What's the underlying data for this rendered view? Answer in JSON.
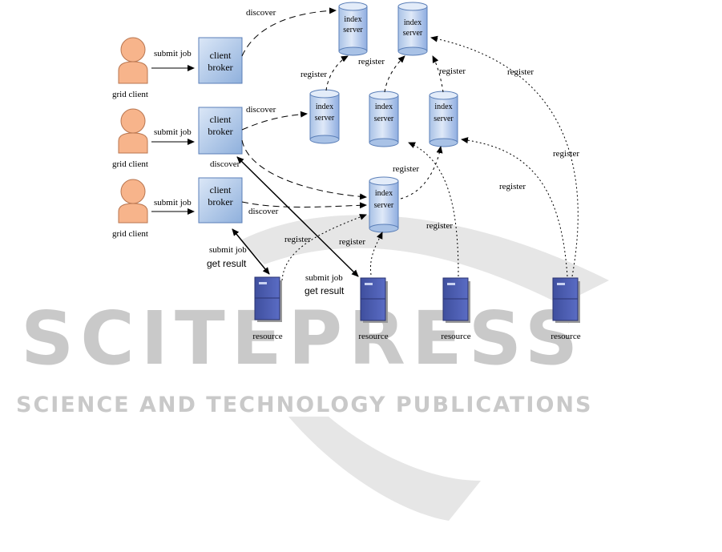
{
  "watermark": {
    "title": "SCITEPRESS",
    "subtitle": "SCIENCE AND TECHNOLOGY PUBLICATIONS"
  },
  "clients": [
    {
      "label": "grid client",
      "action": "submit job",
      "broker": [
        "client",
        "broker"
      ]
    },
    {
      "label": "grid client",
      "action": "submit job",
      "broker": [
        "client",
        "broker"
      ]
    },
    {
      "label": "grid client",
      "action": "submit job",
      "broker": [
        "client",
        "broker"
      ]
    }
  ],
  "index_server": [
    "index",
    "server"
  ],
  "resource_label": "resource",
  "edge_labels": {
    "discover": "discover",
    "register": "register",
    "submit_job": "submit job",
    "get_result": "get result"
  }
}
